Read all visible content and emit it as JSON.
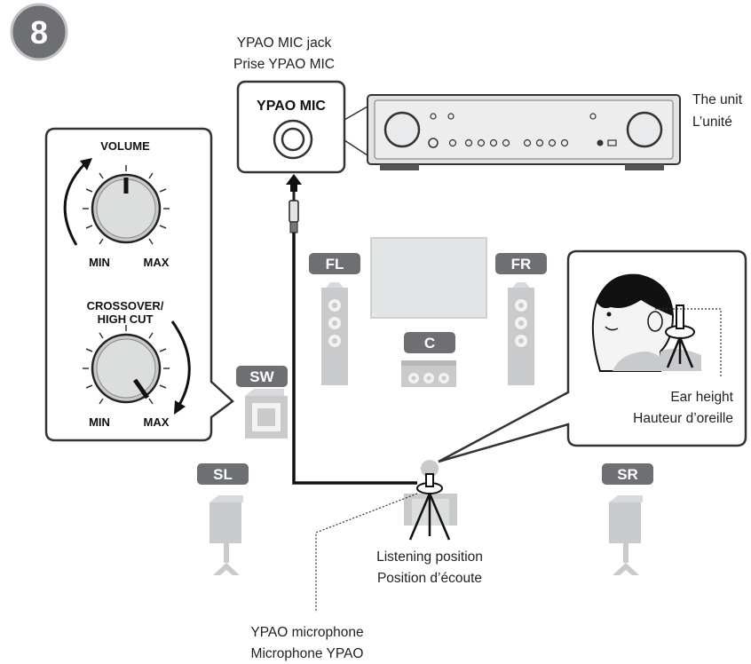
{
  "step": {
    "number": "8"
  },
  "mic_jack": {
    "caption_en": "YPAO MIC jack",
    "caption_fr": "Prise YPAO MIC",
    "panel_label": "YPAO MIC"
  },
  "unit": {
    "caption_en": "The unit",
    "caption_fr": "L’unité"
  },
  "subwoofer_controls": {
    "volume": {
      "title": "VOLUME",
      "min": "MIN",
      "max": "MAX"
    },
    "crossover": {
      "title_line1": "CROSSOVER/",
      "title_line2": "HIGH CUT",
      "min": "MIN",
      "max": "MAX"
    }
  },
  "speakers": {
    "front_left": "FL",
    "front_right": "FR",
    "center": "C",
    "subwoofer": "SW",
    "surround_left": "SL",
    "surround_right": "SR"
  },
  "ear_height": {
    "caption_en": "Ear height",
    "caption_fr": "Hauteur d’oreille"
  },
  "listening_position": {
    "caption_en": "Listening position",
    "caption_fr": "Position d’écoute"
  },
  "microphone": {
    "caption_en": "YPAO microphone",
    "caption_fr": "Microphone YPAO"
  },
  "colors": {
    "tag_fill": "#6d6f72",
    "speaker_fill": "#c8cacc",
    "cable": "#111111"
  }
}
